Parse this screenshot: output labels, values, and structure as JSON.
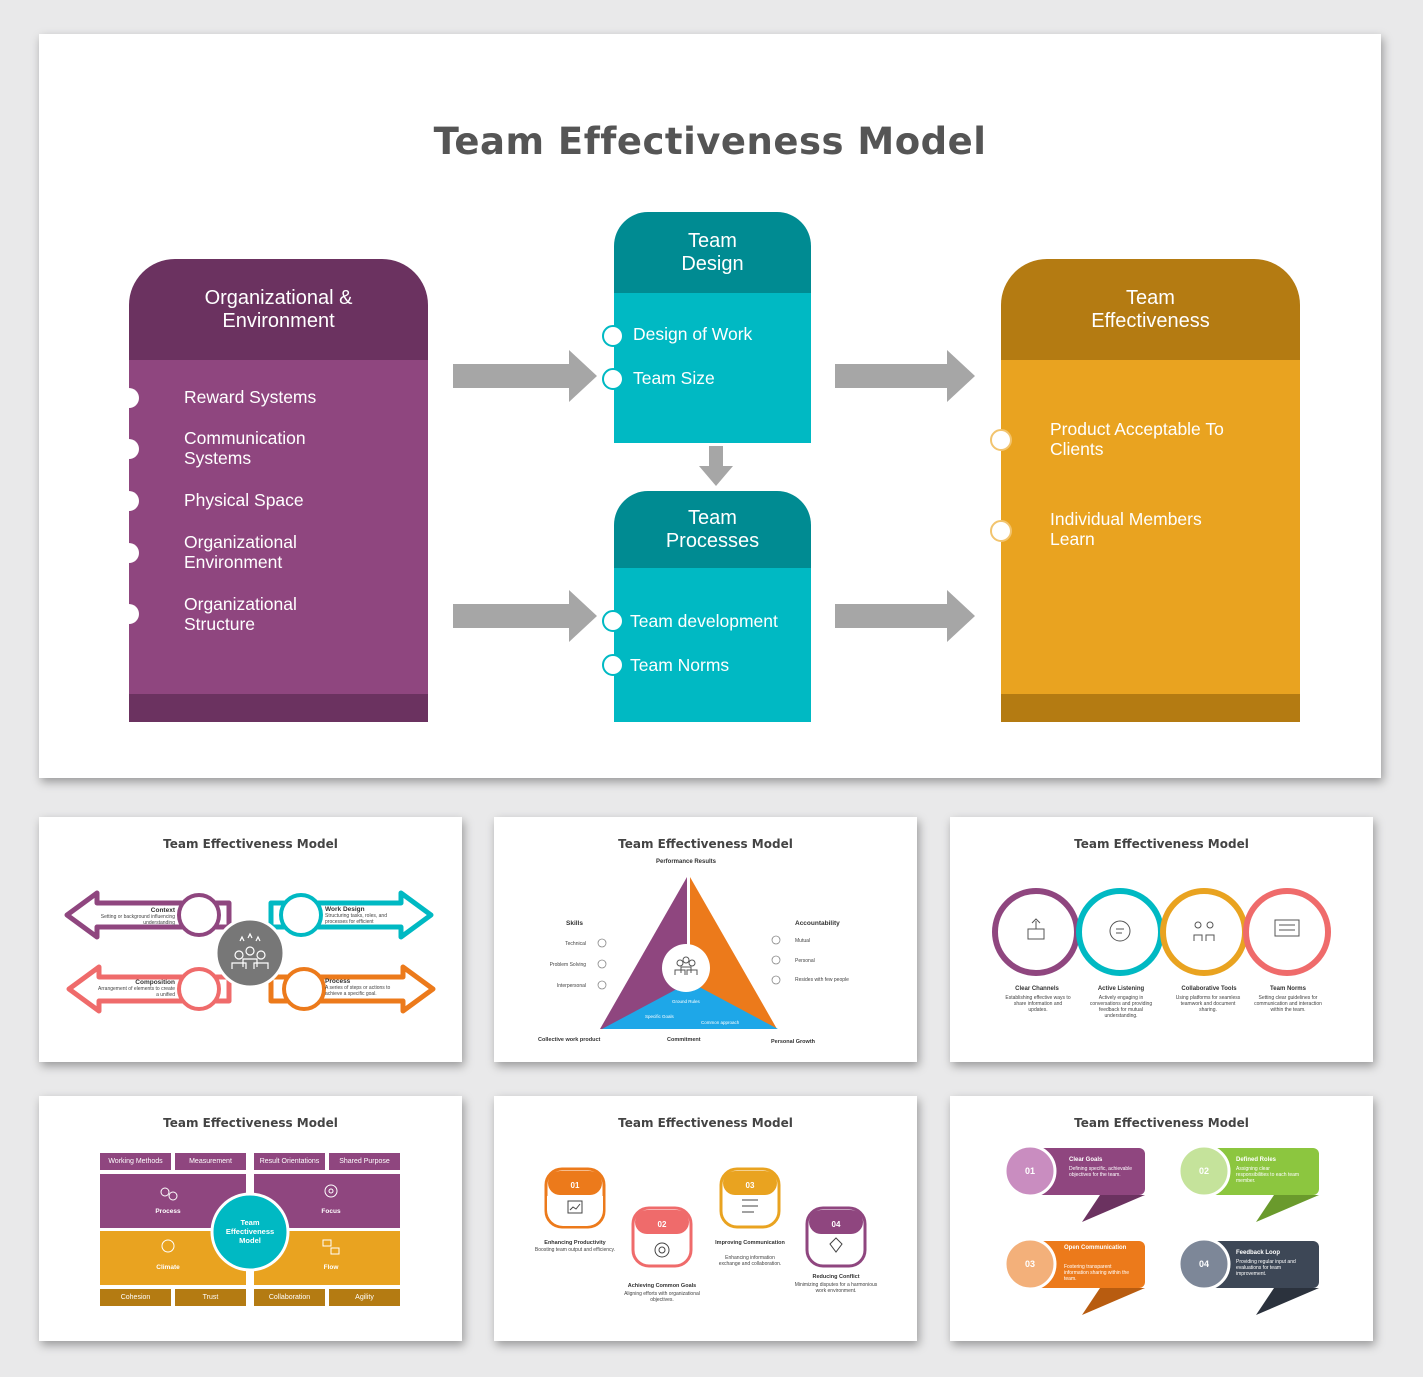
{
  "main": {
    "title": "Team Effectiveness Model",
    "org": {
      "title": "Organizational & Environment",
      "items": [
        "Reward Systems",
        "Communication Systems",
        "Physical Space",
        "Organizational Environment",
        "Organizational Structure"
      ]
    },
    "design": {
      "title": "Team Design",
      "items": [
        "Design of Work",
        "Team Size"
      ]
    },
    "processes": {
      "title": "Team Processes",
      "items": [
        "Team development",
        "Team Norms"
      ]
    },
    "effectiveness": {
      "title": "Team Effectiveness",
      "items": [
        "Product Acceptable To Clients",
        "Individual Members Learn"
      ]
    },
    "colors": {
      "purple": "#8f467f",
      "purple_dark": "#6b3260",
      "teal": "#00b9c3",
      "teal_dark": "#008b92",
      "gold": "#e9a320",
      "gold_dark": "#b47b12",
      "arrow": "#a6a6a6"
    }
  },
  "thumbs": {
    "t1": {
      "title": "Team Effectiveness Model",
      "items": [
        {
          "title": "Context",
          "desc": "Setting or background influencing understanding"
        },
        {
          "title": "Work Design",
          "desc": "Structuring tasks, roles, and processes for efficient"
        },
        {
          "title": "Composition",
          "desc": "Arrangement of elements to create a unified"
        },
        {
          "title": "Process",
          "desc": "A series of steps or actions to achieve a specific goal."
        }
      ]
    },
    "t2": {
      "title": "Team Effectiveness Model",
      "top": "Performance Results",
      "skills": "Skills",
      "skills_items": [
        "Technical",
        "Problem Solving",
        "Interpersonal"
      ],
      "accountability": "Accountability",
      "acc_items": [
        "Mutual",
        "Personal",
        "Resides with few people"
      ],
      "inner": [
        "Ground Rules",
        "Specific Goals",
        "Common approach"
      ],
      "bottom": [
        "Collective work product",
        "Commitment",
        "Personal Growth"
      ]
    },
    "t3": {
      "title": "Team Effectiveness Model",
      "items": [
        {
          "title": "Clear Channels",
          "desc": "Establishing effective ways to share information and updates."
        },
        {
          "title": "Active Listening",
          "desc": "Actively engaging in conversations and providing feedback for mutual understanding."
        },
        {
          "title": "Collaborative Tools",
          "desc": "Using platforms for seamless teamwork and document sharing."
        },
        {
          "title": "Team Norms",
          "desc": "Setting clear guidelines for communication and interaction within the team."
        }
      ]
    },
    "t4": {
      "title": "Team Effectiveness Model",
      "top": [
        "Working Methods",
        "Measurement",
        "Result Orientations",
        "Shared Purpose"
      ],
      "quads": [
        "Process",
        "Focus",
        "Climate",
        "Flow"
      ],
      "center": "Team Effectiveness Model",
      "bottom": [
        "Cohesion",
        "Trust",
        "Collaboration",
        "Agility"
      ]
    },
    "t5": {
      "title": "Team Effectiveness Model",
      "items": [
        {
          "num": "01",
          "title": "Enhancing Productivity",
          "desc": "Boosting team output and efficiency."
        },
        {
          "num": "02",
          "title": "Achieving Common Goals",
          "desc": "Aligning efforts with organizational objectives."
        },
        {
          "num": "03",
          "title": "Improving Communication",
          "desc": "Enhancing information exchange and collaboration."
        },
        {
          "num": "04",
          "title": "Reducing Conflict",
          "desc": "Minimizing disputes for a harmonious work environment."
        }
      ]
    },
    "t6": {
      "title": "Team Effectiveness Model",
      "items": [
        {
          "num": "01",
          "title": "Clear Goals",
          "desc": "Defining specific, achievable objectives for the team."
        },
        {
          "num": "02",
          "title": "Defined Roles",
          "desc": "Assigning clear responsibilities to each team member."
        },
        {
          "num": "03",
          "title": "Open Communication",
          "desc": "Fostering transparent information sharing within the team."
        },
        {
          "num": "04",
          "title": "Feedback Loop",
          "desc": "Providing regular input and evaluations for team improvement."
        }
      ]
    }
  }
}
